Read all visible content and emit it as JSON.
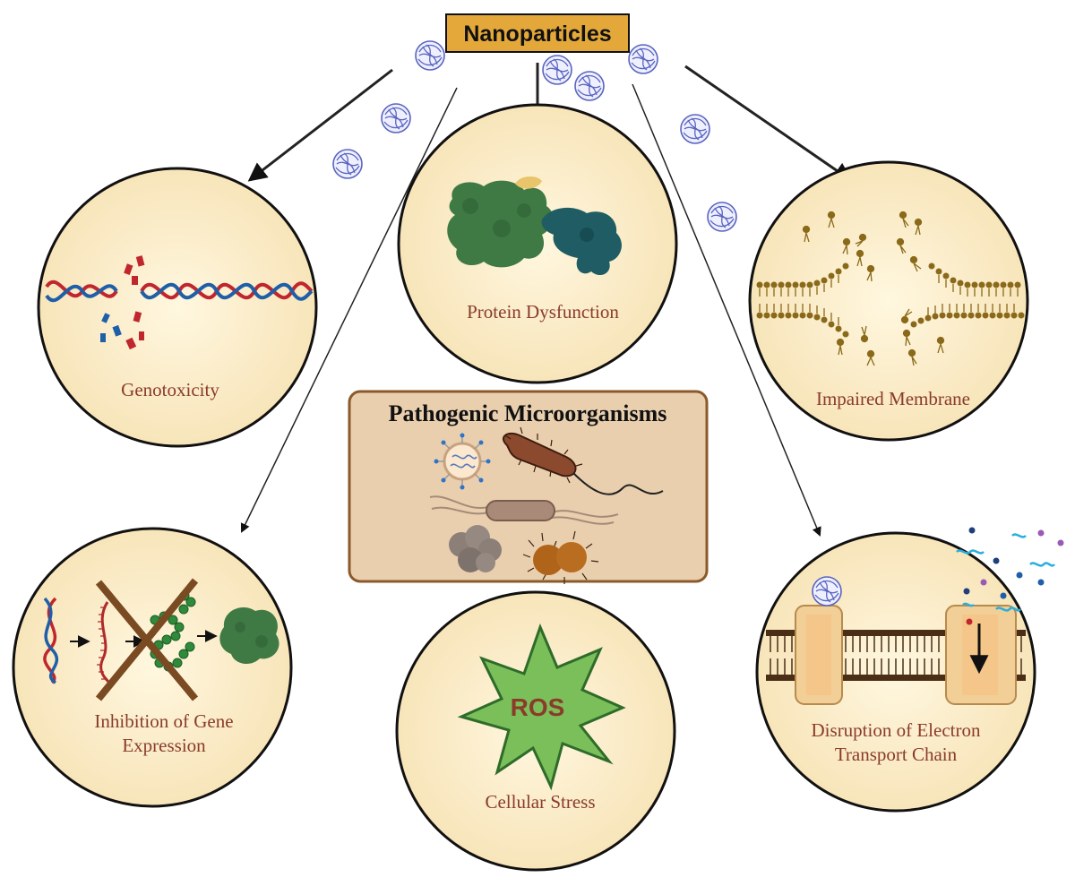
{
  "header": {
    "title": "Nanoparticles"
  },
  "center": {
    "title": "Pathogenic Microorganisms"
  },
  "effects": {
    "genotoxicity": "Genotoxicity",
    "protein": "Protein Dysfunction",
    "membrane": "Impaired Membrane",
    "gene_line1": "Inhibition of Gene",
    "gene_line2": "Expression",
    "stress": "Cellular Stress",
    "ros": "ROS",
    "etc_line1": "Disruption of Electron",
    "etc_line2": "Transport Chain"
  },
  "colors": {
    "circle_fill": "#fbedc9",
    "title_box": "#e4a83a",
    "label_text": "#8a3b2a",
    "nanoparticle": "#6b74c8",
    "dna_red": "#c0262d",
    "dna_blue": "#1f5fa8",
    "protein_green": "#3f7a45",
    "protein_teal": "#1f5c63",
    "lipid": "#8a6a1a",
    "ros_fill": "#7bbf5a",
    "center_box": "#e9cfae"
  }
}
